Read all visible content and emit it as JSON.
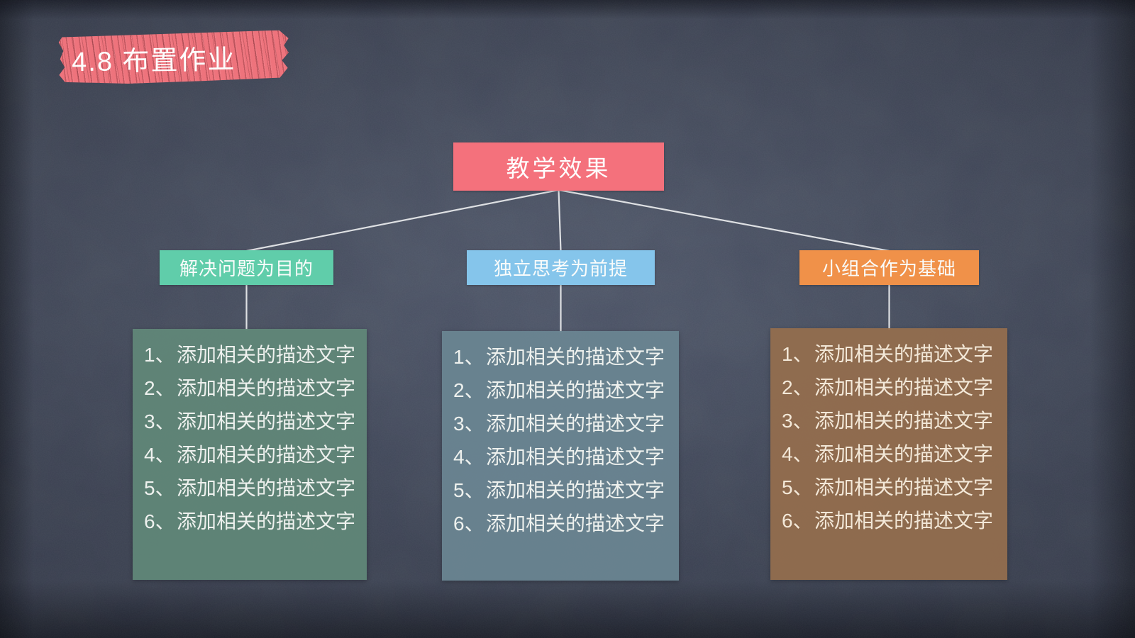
{
  "slide": {
    "title": "4.8 布置作业",
    "accent_colors": {
      "title_highlight": "#ee737c",
      "root_box": "#f4717c",
      "branch_headers": [
        "#60cdaa",
        "#85c5eb",
        "#f09149"
      ],
      "branch_panels": [
        "rgba(97,136,121,0.93)",
        "rgba(106,133,146,0.93)",
        "rgba(148,110,77,0.93)"
      ],
      "connector": "#e6e8ea"
    },
    "root": {
      "label": "教学效果"
    },
    "branches": [
      {
        "label": "解决问题为目的",
        "items": [
          {
            "num": "1、",
            "text": "添加相关的描述文字"
          },
          {
            "num": "2、",
            "text": "添加相关的描述文字"
          },
          {
            "num": "3、",
            "text": "添加相关的描述文字"
          },
          {
            "num": "4、",
            "text": "添加相关的描述文字"
          },
          {
            "num": "5、",
            "text": "添加相关的描述文字"
          },
          {
            "num": "6、",
            "text": "添加相关的描述文字"
          }
        ]
      },
      {
        "label": "独立思考为前提",
        "items": [
          {
            "num": "1、",
            "text": "添加相关的描述文字"
          },
          {
            "num": "2、",
            "text": "添加相关的描述文字"
          },
          {
            "num": "3、",
            "text": "添加相关的描述文字"
          },
          {
            "num": "4、",
            "text": "添加相关的描述文字"
          },
          {
            "num": "5、",
            "text": "添加相关的描述文字"
          },
          {
            "num": "6、",
            "text": "添加相关的描述文字"
          }
        ]
      },
      {
        "label": "小组合作为基础",
        "items": [
          {
            "num": "1、",
            "text": "添加相关的描述文字"
          },
          {
            "num": "2、",
            "text": "添加相关的描述文字"
          },
          {
            "num": "3、",
            "text": "添加相关的描述文字"
          },
          {
            "num": "4、",
            "text": "添加相关的描述文字"
          },
          {
            "num": "5、",
            "text": "添加相关的描述文字"
          },
          {
            "num": "6、",
            "text": "添加相关的描述文字"
          }
        ]
      }
    ]
  }
}
